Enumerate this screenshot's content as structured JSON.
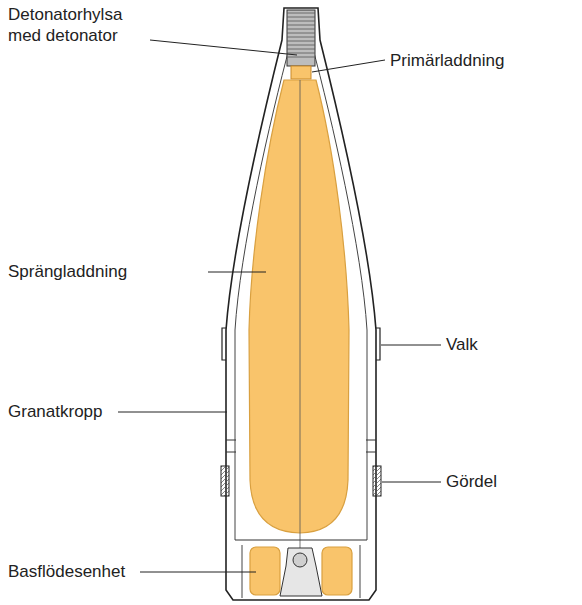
{
  "diagram": {
    "labels": [
      "Detonatorhylsa med detonator",
      "Primärladdning",
      "Sprängladdning",
      "Valk",
      "Granatkropp",
      "Gördel",
      "Basflödesenhet"
    ]
  }
}
